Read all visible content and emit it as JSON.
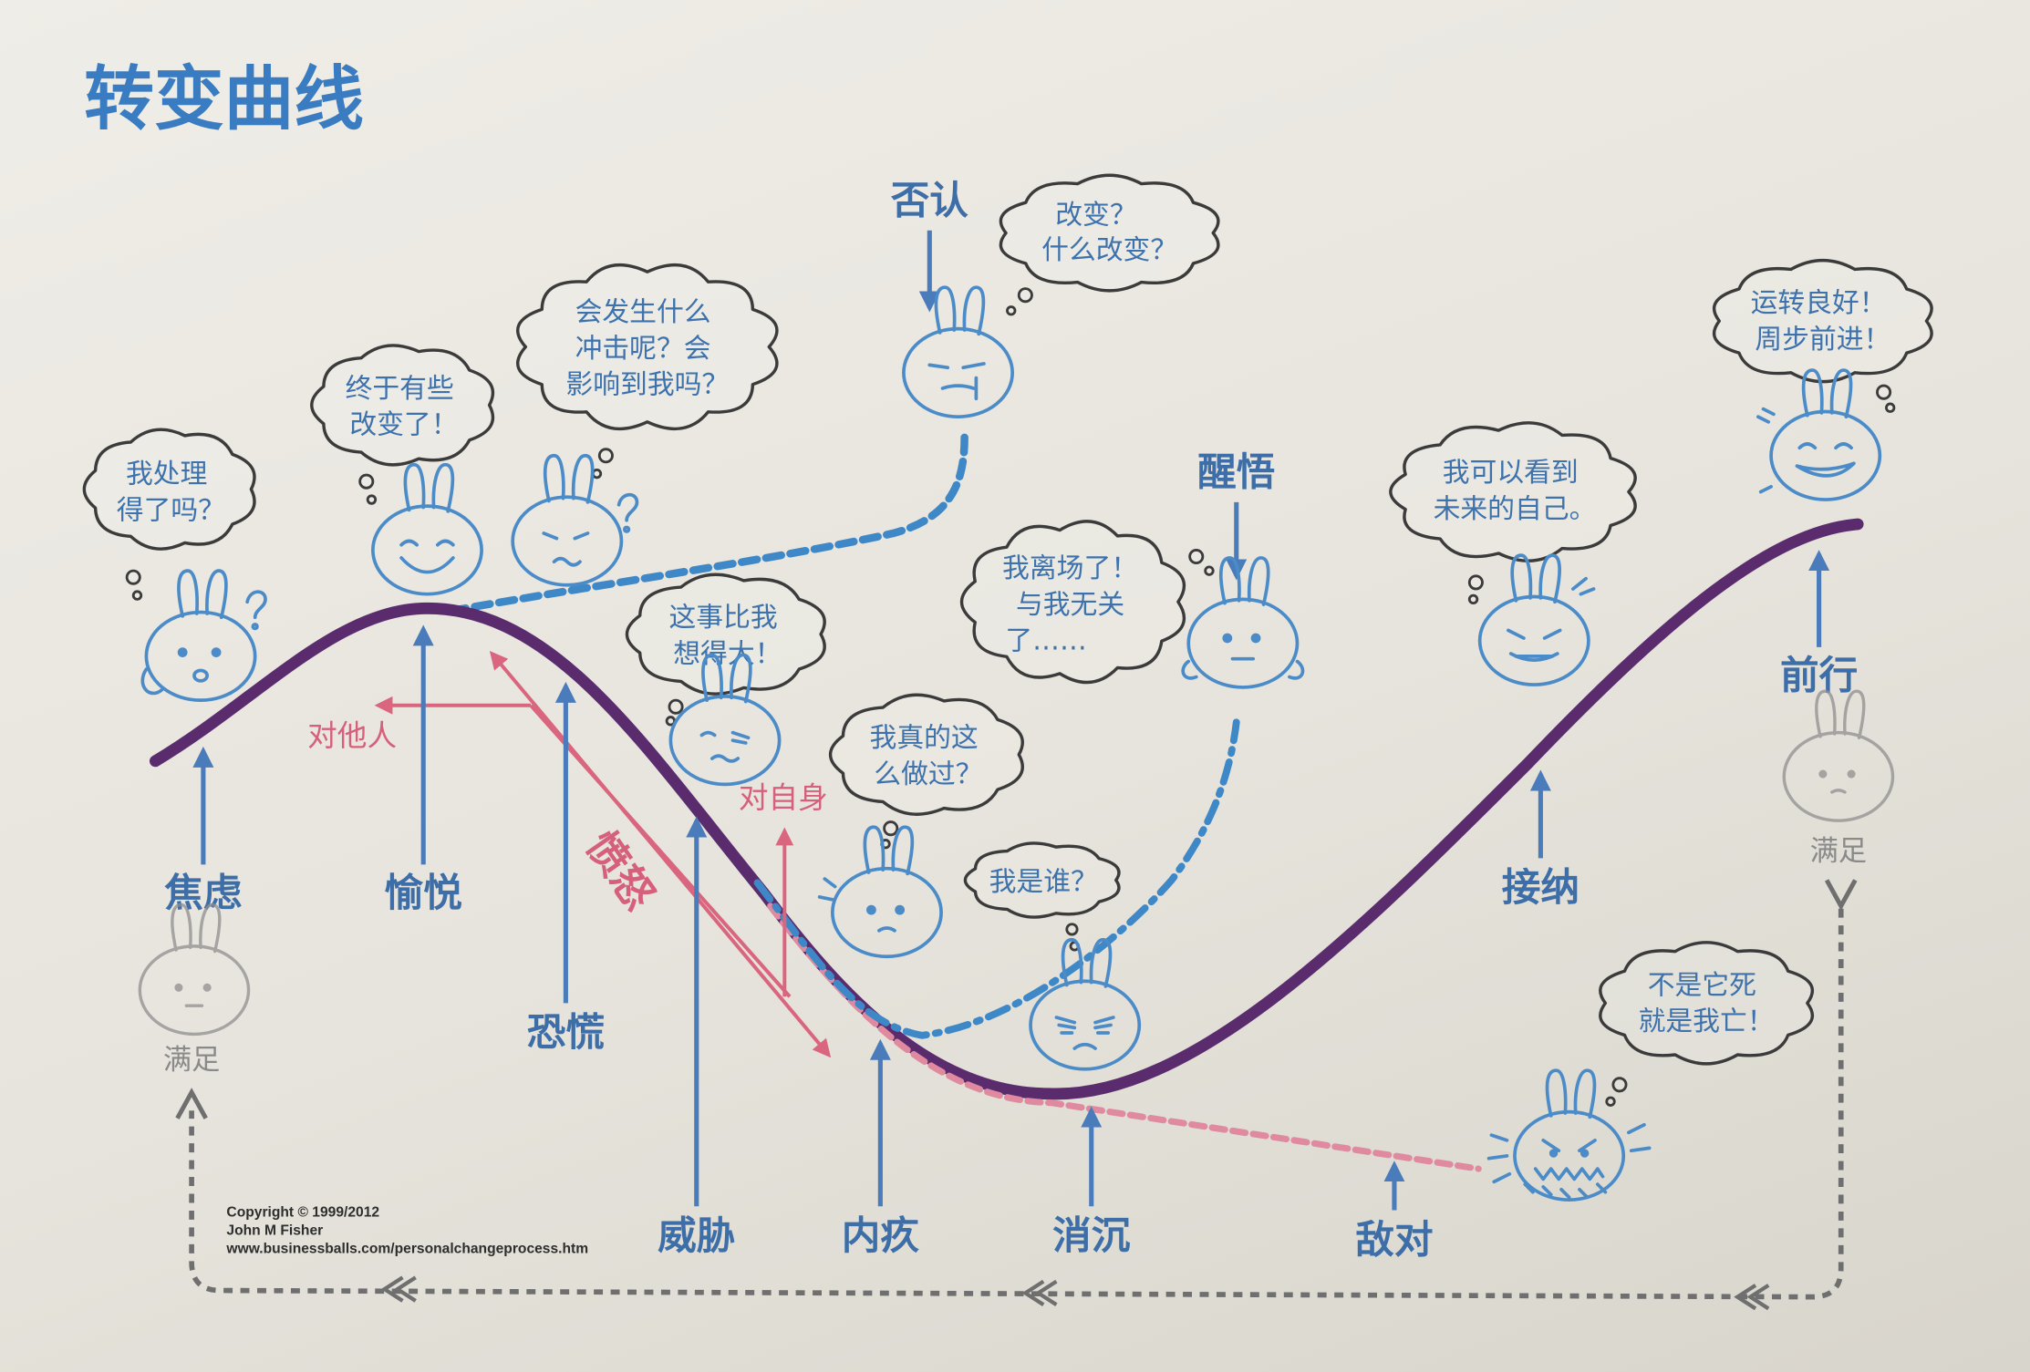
{
  "title": "转变曲线",
  "colors": {
    "title": "#3a7cc2",
    "curve": "#5a2c6e",
    "stage_label": "#3d6ea7",
    "anger": "#d6607c",
    "dashed_path": "#3f88c8",
    "loop": "#6f6f6f",
    "paper": "#e6e4dc"
  },
  "stages": {
    "anxiety": "焦虑",
    "happiness": "愉悦",
    "fear": "恐慌",
    "threat": "威胁",
    "guilt": "内疚",
    "depression": "消沉",
    "hostility": "敌对",
    "acceptance": "接纳",
    "moving_forward": "前行",
    "denial": "否认",
    "disillusionment": "醒悟"
  },
  "anger": {
    "label": "愤怒",
    "to_others": "对他人",
    "to_self": "对自身"
  },
  "complacency": {
    "start": "满足",
    "end": "满足"
  },
  "thoughts": {
    "anxiety": [
      "我处理",
      "得了吗？"
    ],
    "happiness": [
      "终于有些",
      "改变了！"
    ],
    "fear": [
      "会发生什么",
      "冲击呢？会",
      "影响到我吗？"
    ],
    "denial": [
      "改变？",
      "什么改变？"
    ],
    "threat": [
      "这事比我",
      "想得大！"
    ],
    "guilt": [
      "我真的这",
      "么做过？"
    ],
    "disillusionment": [
      "我离场了！",
      "与我无关",
      "了……"
    ],
    "depression": [
      "我是谁？"
    ],
    "acceptance": [
      "我可以看到",
      "未来的自己。"
    ],
    "moving_forward": [
      "运转良好！",
      "周步前进！"
    ],
    "hostility": [
      "不是它死",
      "就是我亡！"
    ]
  },
  "copyright": {
    "line1": "Copyright © 1999/2012",
    "line2": "John M Fisher",
    "line3": "www.businessballs.com/personalchangeprocess.htm"
  }
}
